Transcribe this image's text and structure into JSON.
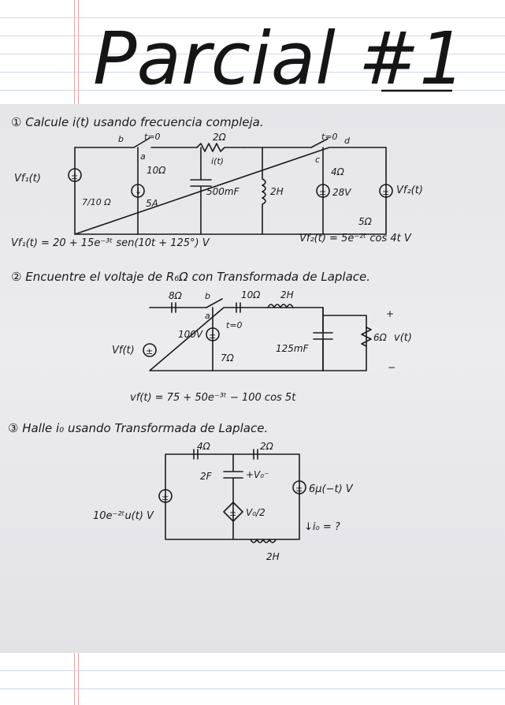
{
  "title": "Parcial #1",
  "problems": [
    {
      "heading": "① Calcule i(t) usando frecuencia compleja.",
      "labels": {
        "vf1": "Vf₁(t)",
        "vf2": "Vf₂(t)",
        "r_left": "7/10 Ω",
        "r_top": "2Ω",
        "r_10": "10Ω",
        "r_4": "4Ω",
        "r_5": "5Ω",
        "src_5a": "5A",
        "cap": "500mF",
        "ind": "2H",
        "src_28": "28V",
        "current": "i(t)",
        "sw_left": "t=0",
        "sw_right": "t=0",
        "node_b": "b",
        "node_a": "a",
        "node_d": "d",
        "node_c": "c"
      },
      "eq_left": "Vf₁(t) = 20 + 15e⁻³ᵗ sen(10t + 125°) V",
      "eq_right": "Vf₂(t) = 5e⁻²ᵗ cos 4t  V"
    },
    {
      "heading": "② Encuentre el voltaje de R₆Ω con Transformada de Laplace.",
      "labels": {
        "r_8": "8Ω",
        "node_b": "b",
        "r_10": "10Ω",
        "ind": "2H",
        "node_a": "a",
        "src_100": "100V",
        "sw": "t=0",
        "vf": "Vf(t)",
        "r_7": "7Ω",
        "cap": "125mF",
        "r_6": "6Ω",
        "vout": "v(t)",
        "plus": "+",
        "minus": "−"
      },
      "eq": "vf(t) = 75 + 50e⁻³ᵗ − 100 cos 5t"
    },
    {
      "heading": "③ Halle i₀ usando Transformada de Laplace.",
      "labels": {
        "r_4": "4Ω",
        "r_2": "2Ω",
        "cap": "2F",
        "vo": "+V₀⁻",
        "dep": "V₀/2",
        "src_left": "10e⁻²ᵗu(t) V",
        "src_right": "6μ(−t) V",
        "io": "↓i₀ = ?",
        "ind": "2H"
      }
    }
  ]
}
